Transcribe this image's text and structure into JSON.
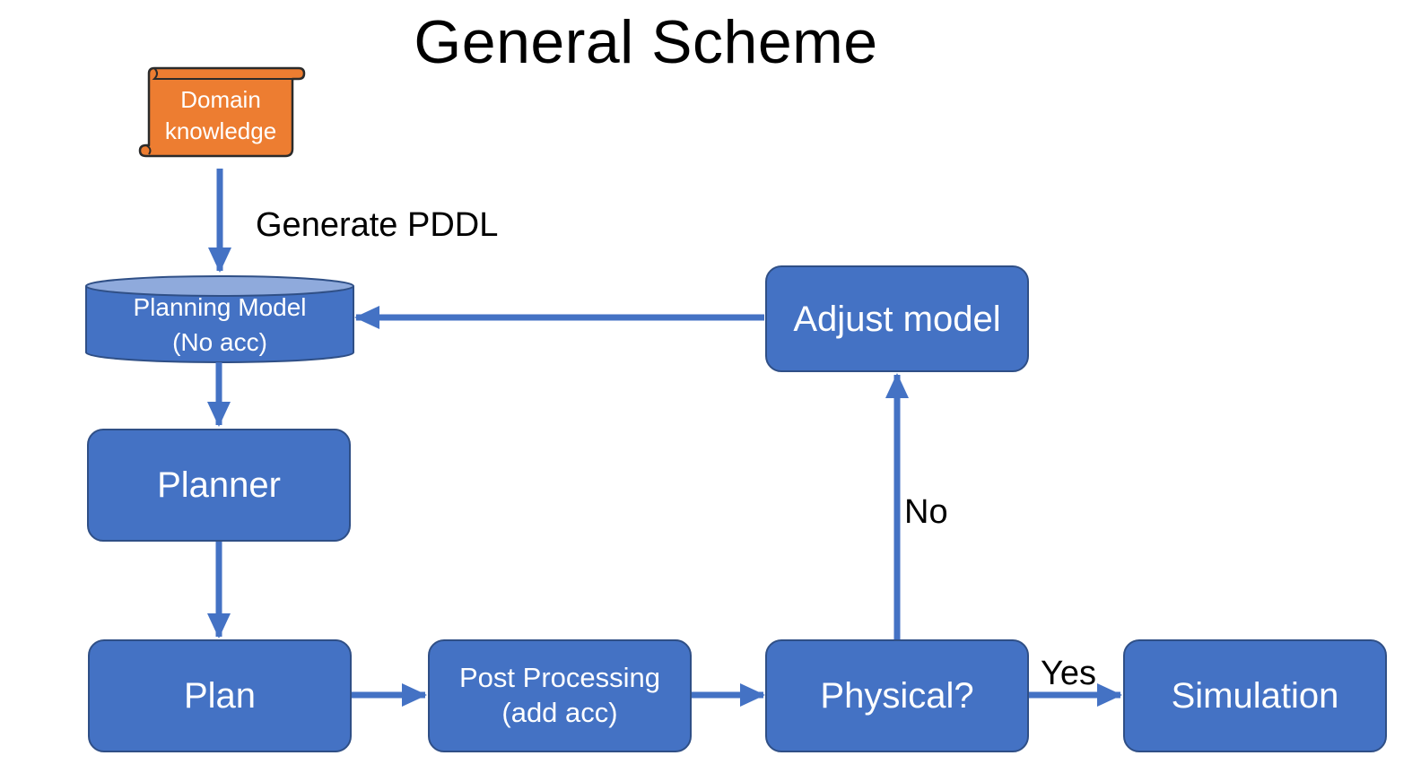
{
  "title": "General Scheme",
  "nodes": {
    "domain_knowledge": {
      "line1": "Domain",
      "line2": "knowledge"
    },
    "planning_model": {
      "line1": "Planning Model",
      "line2": "(No acc)"
    },
    "planner": "Planner",
    "plan": "Plan",
    "post_processing": {
      "line1": "Post Processing",
      "line2": "(add acc)"
    },
    "physical": "Physical?",
    "adjust_model": "Adjust model",
    "simulation": "Simulation"
  },
  "edge_labels": {
    "generate_pddl": "Generate PDDL",
    "no": "No",
    "yes": "Yes"
  },
  "colors": {
    "node_fill": "#4472c4",
    "node_border": "#2f4f86",
    "scroll_fill": "#ed7d31",
    "arrow": "#4472c4"
  }
}
